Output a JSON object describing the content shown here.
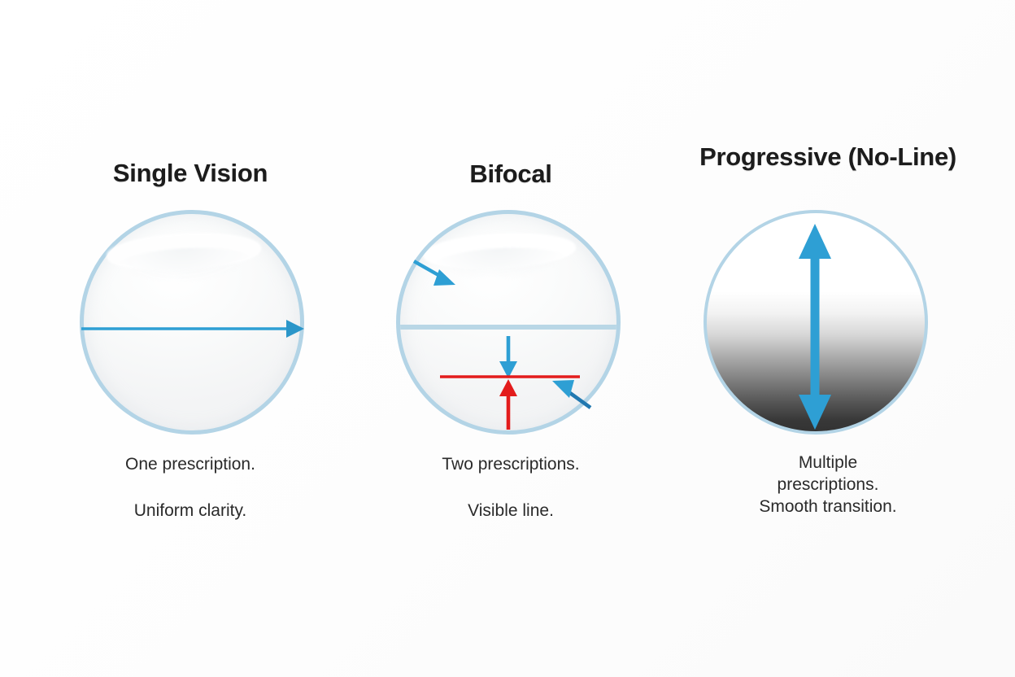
{
  "figure": {
    "background_color": "#ffffff",
    "accent_blue": "#2e9fd4",
    "accent_blue_dark": "#1f7fb5",
    "accent_red": "#e31c1c",
    "lens_rim_color": "#b3d4e6",
    "lens_fill_color": "#f3f4f5",
    "segment_line_color": "#b9d7e6",
    "title_color": "#1c1c1c",
    "caption_color": "#2a2a2a"
  },
  "panels": [
    {
      "id": "single-vision",
      "title": "Single Vision",
      "caption_lines": [
        "One prescription.",
        "Uniform clarity."
      ],
      "lens_style": "clear",
      "annotations": [
        {
          "type": "arrow",
          "direction": "right",
          "color": "#2e9fd4",
          "label": "uniform-power-arrow"
        }
      ]
    },
    {
      "id": "bifocal",
      "title": "Bifocal",
      "caption_lines": [
        "Two prescriptions.",
        "Visible line."
      ],
      "lens_style": "clear-with-segment",
      "annotations": [
        {
          "type": "arrow",
          "direction": "down-right",
          "color": "#2e9fd4",
          "label": "distance-zone-arrow"
        },
        {
          "type": "arrow",
          "direction": "down",
          "color": "#2e9fd4",
          "label": "segment-pointer-down-arrow"
        },
        {
          "type": "line",
          "direction": "horizontal",
          "color": "#e31c1c",
          "label": "visible-line-marker"
        },
        {
          "type": "arrow",
          "direction": "up",
          "color": "#e31c1c",
          "label": "near-zone-arrow"
        },
        {
          "type": "arrow",
          "direction": "up-left",
          "color": "#2e9fd4",
          "label": "visible-line-callout-arrow"
        }
      ]
    },
    {
      "id": "progressive",
      "title_lines": [
        "Progressive",
        "(No-Line)"
      ],
      "title": "Progressive (No-Line)",
      "caption_lines": [
        "Multiple",
        "prescriptions.",
        "Smooth transition."
      ],
      "lens_style": "gradient",
      "gradient_from": "#ffffff",
      "gradient_to": "#333333",
      "annotations": [
        {
          "type": "arrow",
          "direction": "double-vertical",
          "color": "#2e9fd4",
          "label": "smooth-transition-arrow"
        }
      ]
    }
  ]
}
